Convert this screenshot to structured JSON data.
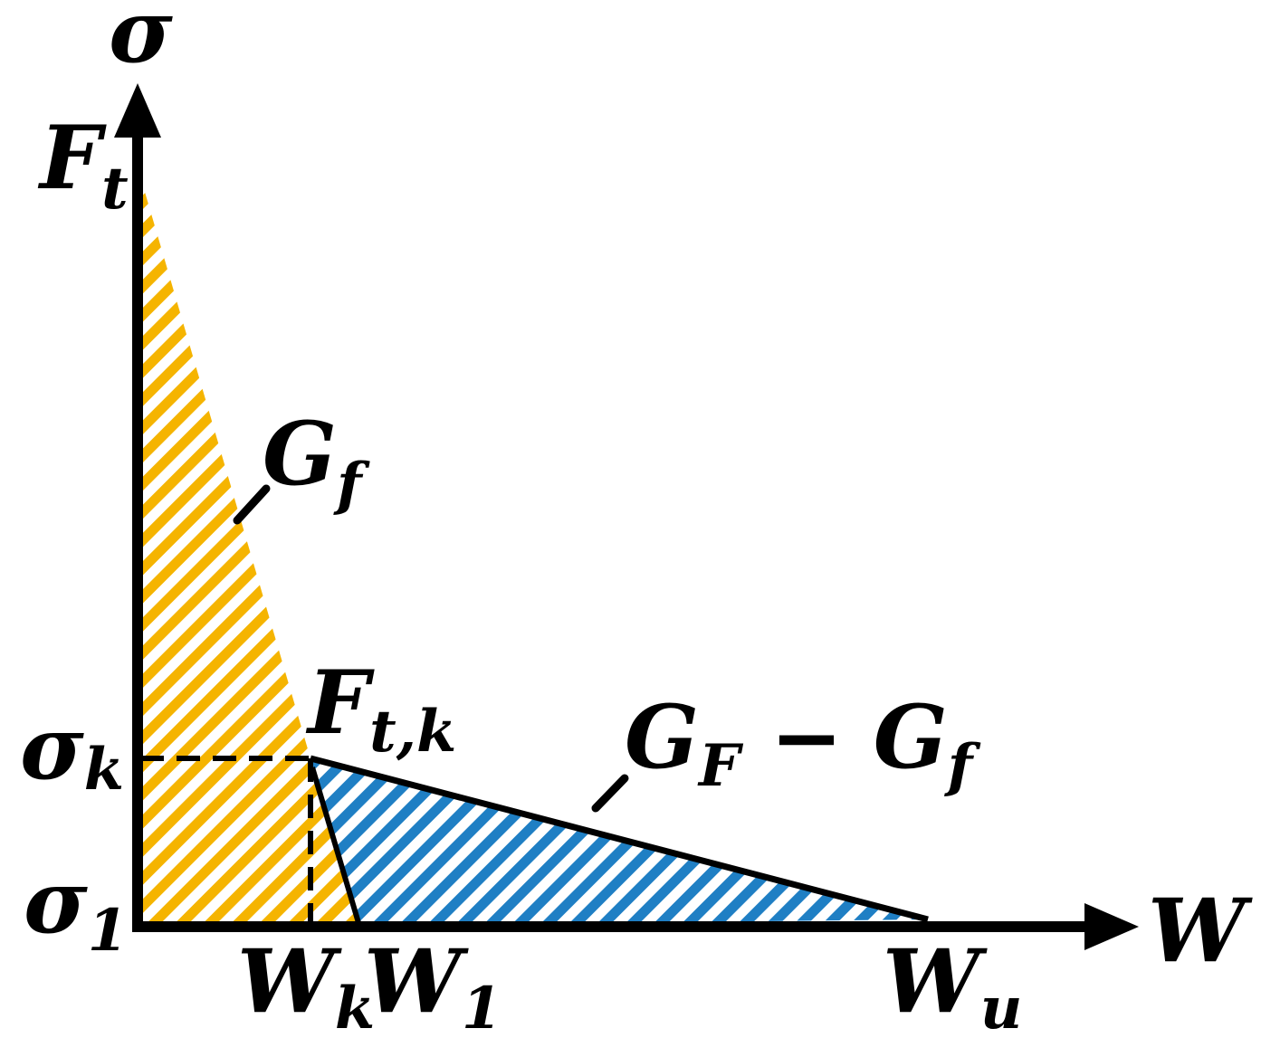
{
  "diagram": {
    "labels": {
      "sigma": "σ",
      "ft_base": "F",
      "ft_sub": "t",
      "sigma_k_base": "σ",
      "sigma_k_sub": "k",
      "sigma_1_base": "σ",
      "sigma_1_sub": "1",
      "gf_base": "G",
      "gf_sub": "f",
      "ftk_base": "F",
      "ftk_sub": "t,k",
      "gF_gf_base1": "G",
      "gF_gf_sub1": "F",
      "gF_gf_minus": " − ",
      "gF_gf_base2": "G",
      "gF_gf_sub2": "f",
      "w_axis": "W",
      "wk_base": "W",
      "wk_sub": "k",
      "w1_base": "W",
      "w1_sub": "1",
      "wu_base": "W",
      "wu_sub": "u"
    },
    "colors": {
      "orange_fill": "#F5B400",
      "blue_fill": "#1F7FC4",
      "axis": "#000000"
    }
  }
}
